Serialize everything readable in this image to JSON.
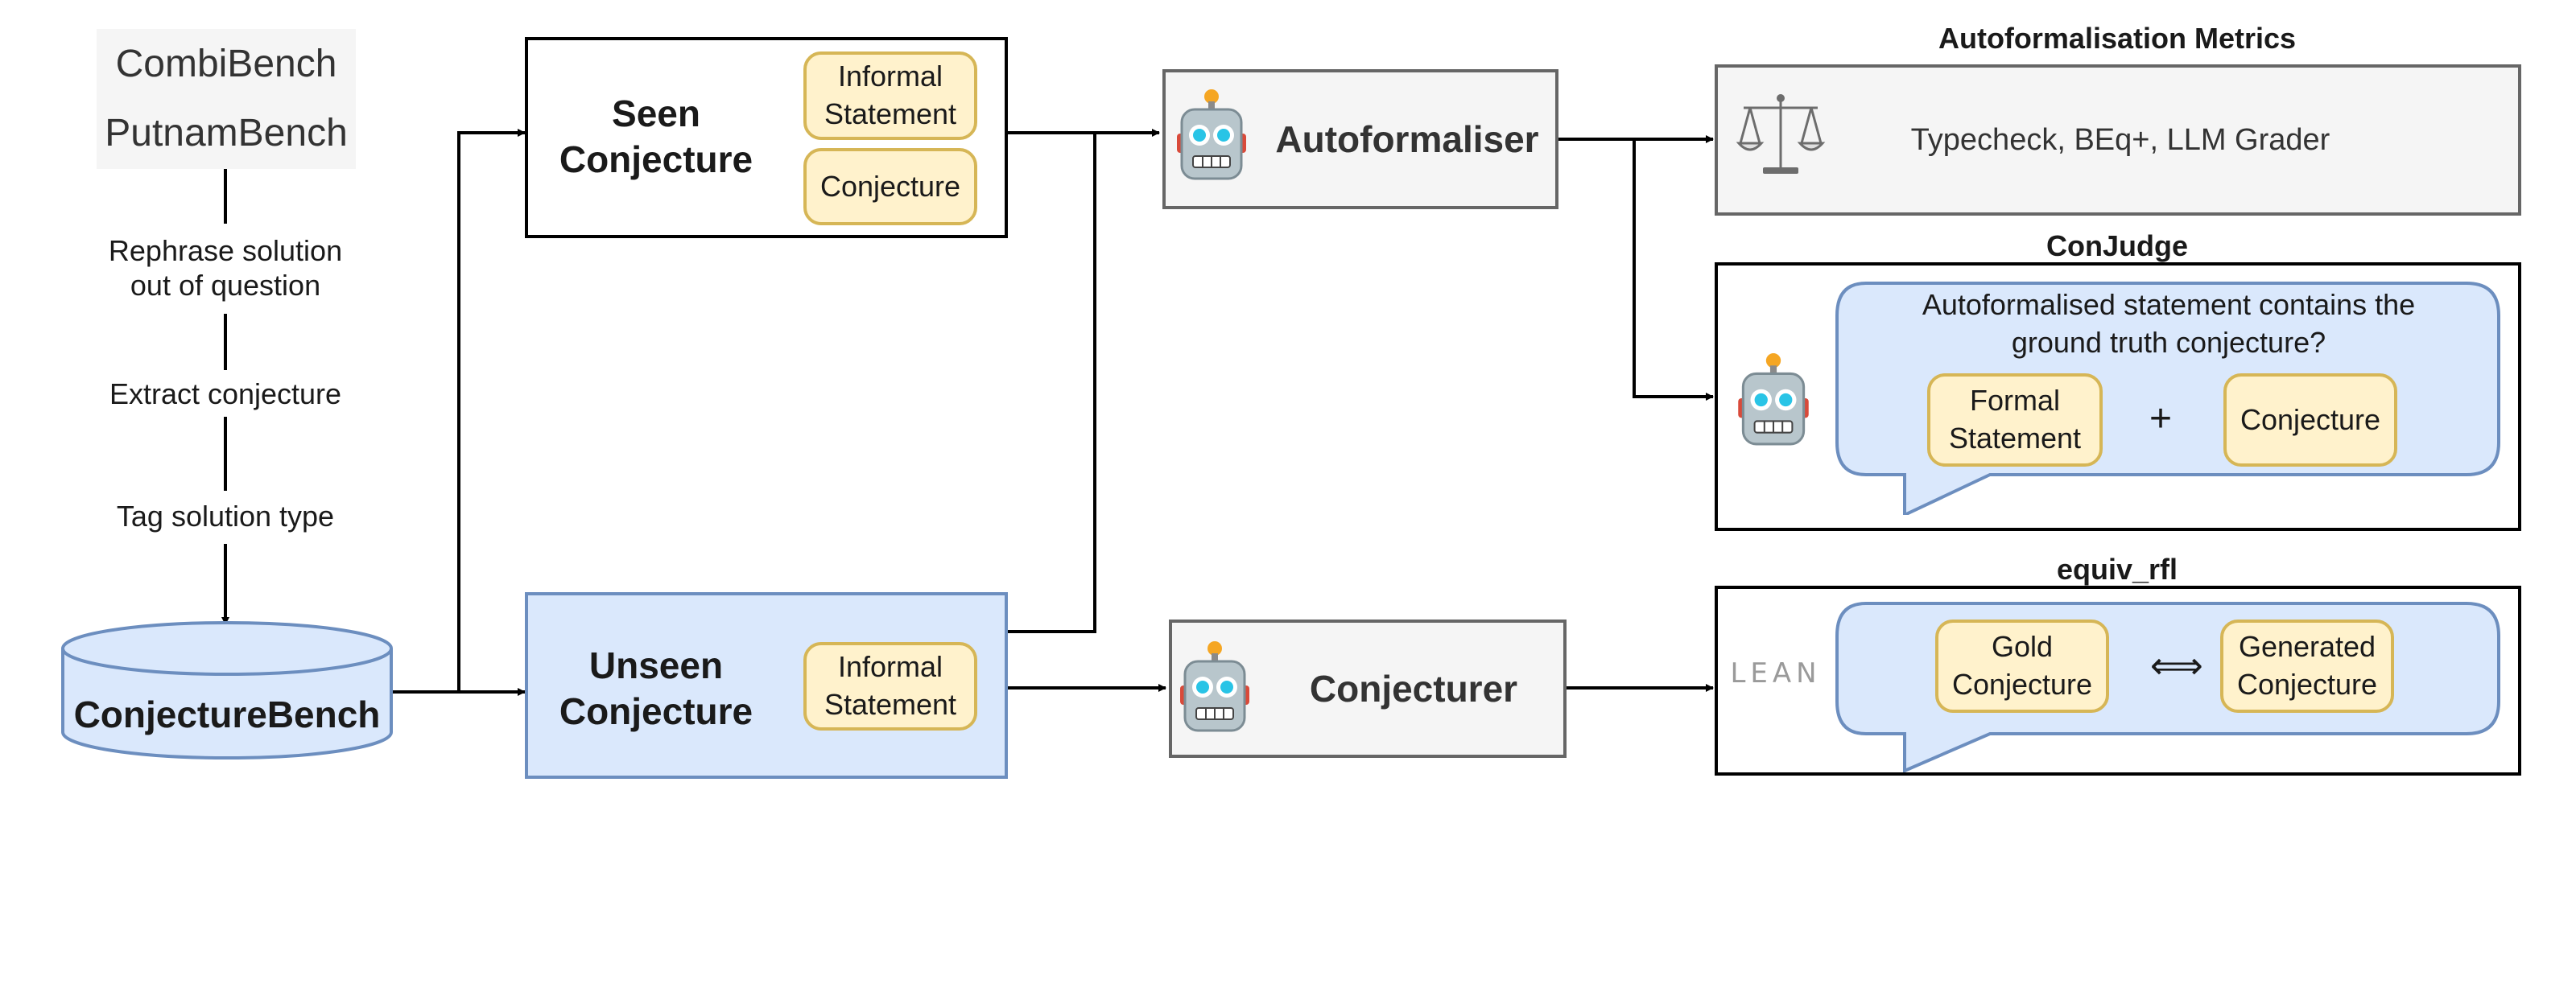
{
  "sources": {
    "combibench": "CombiBench",
    "putnambench": "PutnamBench"
  },
  "pipeline": {
    "step1": "Rephrase solution out of question",
    "step2": "Extract conjecture",
    "step3": "Tag solution type",
    "dataset": "ConjectureBench"
  },
  "seen": {
    "title": "Seen Conjecture",
    "chip1": "Informal Statement",
    "chip2": "Conjecture"
  },
  "unseen": {
    "title": "Unseen Conjecture",
    "chip1": "Informal Statement"
  },
  "autoformaliser": {
    "label": "Autoformaliser",
    "icon": "robot-icon"
  },
  "conjecturer": {
    "label": "Conjecturer",
    "icon": "robot-icon"
  },
  "metrics": {
    "title": "Autoformalisation Metrics",
    "text": "Typecheck, BEq+, LLM Grader",
    "icon": "scales-icon"
  },
  "conjudge": {
    "title": "ConJudge",
    "question": "Autoformalised statement contains the ground truth conjecture?",
    "chip1": "Formal Statement",
    "operator": "+",
    "chip2": "Conjecture",
    "icon": "robot-icon"
  },
  "equiv": {
    "title": "equiv_rfl",
    "logo": "LEAN",
    "chip1": "Gold Conjecture",
    "operator": "⟺",
    "chip2": "Generated Conjecture"
  }
}
